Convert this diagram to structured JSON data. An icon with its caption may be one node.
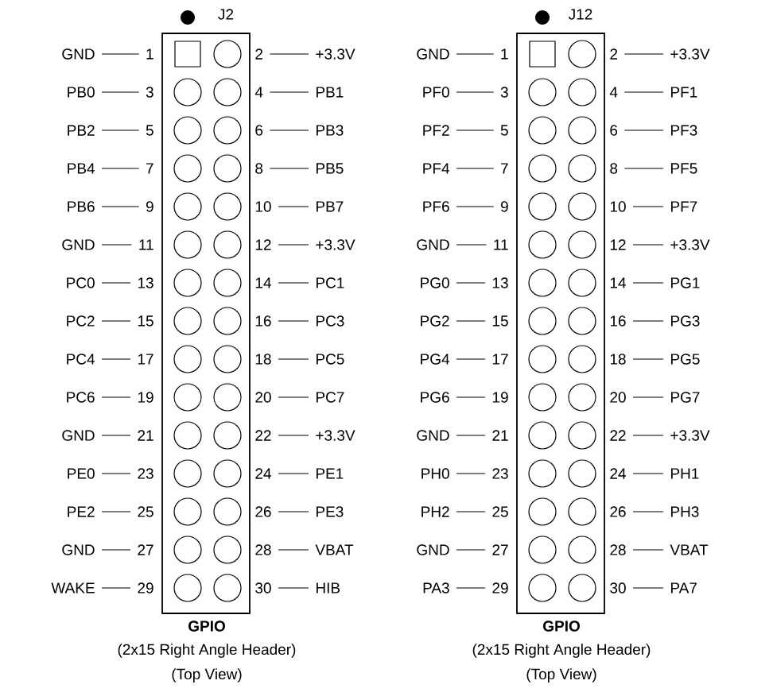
{
  "diagram": {
    "nodes": [
      {
        "text": [
          "J2",
          "GPIO"
        ],
        "beside": [
          "(2x15 Right Angle Header)",
          "(Top View)"
        ]
      },
      {
        "text": [
          "GND"
        ]
      },
      {
        "text": [
          "1"
        ]
      },
      {
        "text": [
          "2"
        ]
      },
      {
        "text": [
          "+3.3V"
        ]
      },
      {
        "text": [
          "PB0"
        ]
      },
      {
        "text": [
          "3"
        ]
      },
      {
        "text": [
          "4"
        ]
      },
      {
        "text": [
          "PB1"
        ]
      },
      {
        "text": [
          "PB2"
        ]
      },
      {
        "text": [
          "5"
        ]
      },
      {
        "text": [
          "6"
        ]
      },
      {
        "text": [
          "PB3"
        ]
      },
      {
        "text": [
          "PB4"
        ]
      },
      {
        "text": [
          "7"
        ]
      },
      {
        "text": [
          "8"
        ]
      },
      {
        "text": [
          "PB5"
        ]
      },
      {
        "text": [
          "PB6"
        ]
      },
      {
        "text": [
          "9"
        ]
      },
      {
        "text": [
          "10"
        ]
      },
      {
        "text": [
          "PB7"
        ]
      },
      {
        "text": [
          "GND"
        ]
      },
      {
        "text": [
          "11"
        ]
      },
      {
        "text": [
          "12"
        ]
      },
      {
        "text": [
          "+3.3V"
        ]
      },
      {
        "text": [
          "PC0"
        ]
      },
      {
        "text": [
          "13"
        ]
      },
      {
        "text": [
          "14"
        ]
      },
      {
        "text": [
          "PC1"
        ]
      },
      {
        "text": [
          "PC2"
        ]
      },
      {
        "text": [
          "15"
        ]
      },
      {
        "text": [
          "16"
        ]
      },
      {
        "text": [
          "PC3"
        ]
      },
      {
        "text": [
          "PC4"
        ]
      },
      {
        "text": [
          "17"
        ]
      },
      {
        "text": [
          "18"
        ]
      },
      {
        "text": [
          "PC5"
        ]
      },
      {
        "text": [
          "PC6"
        ]
      },
      {
        "text": [
          "19"
        ]
      },
      {
        "text": [
          "20"
        ]
      },
      {
        "text": [
          "PC7"
        ]
      },
      {
        "text": [
          "GND"
        ]
      },
      {
        "text": [
          "21"
        ]
      },
      {
        "text": [
          "22"
        ]
      },
      {
        "text": [
          "+3.3V"
        ]
      },
      {
        "text": [
          "PE0"
        ]
      },
      {
        "text": [
          "23"
        ]
      },
      {
        "text": [
          "24"
        ]
      },
      {
        "text": [
          "PE1"
        ]
      },
      {
        "text": [
          "PE2"
        ]
      },
      {
        "text": [
          "25"
        ]
      },
      {
        "text": [
          "26"
        ]
      },
      {
        "text": [
          "PE3"
        ]
      },
      {
        "text": [
          "GND"
        ]
      },
      {
        "text": [
          "27"
        ]
      },
      {
        "text": [
          "28"
        ]
      },
      {
        "text": [
          "VBAT"
        ]
      },
      {
        "text": [
          "WAKE"
        ]
      },
      {
        "text": [
          "29"
        ]
      },
      {
        "text": [
          "30"
        ]
      },
      {
        "text": [
          "HIB"
        ]
      },
      {
        "text": [
          "J12",
          "GPIO"
        ],
        "beside": [
          "(2x15 Right Angle Header)",
          "(Top View)"
        ]
      },
      {
        "text": [
          "GND"
        ]
      },
      {
        "text": [
          "1"
        ]
      },
      {
        "text": [
          "2"
        ]
      },
      {
        "text": [
          "+3.3V"
        ]
      },
      {
        "text": [
          "PF0"
        ]
      },
      {
        "text": [
          "3"
        ]
      },
      {
        "text": [
          "4"
        ]
      },
      {
        "text": [
          "PF1"
        ]
      },
      {
        "text": [
          "PF2"
        ]
      },
      {
        "text": [
          "5"
        ]
      },
      {
        "text": [
          "6"
        ]
      },
      {
        "text": [
          "PF3"
        ]
      },
      {
        "text": [
          "PF4"
        ]
      },
      {
        "text": [
          "7"
        ]
      },
      {
        "text": [
          "8"
        ]
      },
      {
        "text": [
          "PF5"
        ]
      },
      {
        "text": [
          "PF6"
        ]
      },
      {
        "text": [
          "9"
        ]
      },
      {
        "text": [
          "10"
        ]
      },
      {
        "text": [
          "PF7"
        ]
      },
      {
        "text": [
          "GND"
        ]
      },
      {
        "text": [
          "11"
        ]
      },
      {
        "text": [
          "12"
        ]
      },
      {
        "text": [
          "+3.3V"
        ]
      },
      {
        "text": [
          "PG0"
        ]
      },
      {
        "text": [
          "13"
        ]
      },
      {
        "text": [
          "14"
        ]
      },
      {
        "text": [
          "PG1"
        ]
      },
      {
        "text": [
          "PG2"
        ]
      },
      {
        "text": [
          "15"
        ]
      },
      {
        "text": [
          "16"
        ]
      },
      {
        "text": [
          "PG3"
        ]
      },
      {
        "text": [
          "PG4"
        ]
      },
      {
        "text": [
          "17"
        ]
      },
      {
        "text": [
          "18"
        ]
      },
      {
        "text": [
          "PG5"
        ]
      },
      {
        "text": [
          "PG6"
        ]
      },
      {
        "text": [
          "19"
        ]
      },
      {
        "text": [
          "20"
        ]
      },
      {
        "text": [
          "PG7"
        ]
      },
      {
        "text": [
          "GND"
        ]
      },
      {
        "text": [
          "21"
        ]
      },
      {
        "text": [
          "22"
        ]
      },
      {
        "text": [
          "+3.3V"
        ]
      },
      {
        "text": [
          "PH0"
        ]
      },
      {
        "text": [
          "23"
        ]
      },
      {
        "text": [
          "24"
        ]
      },
      {
        "text": [
          "PH1"
        ]
      },
      {
        "text": [
          "PH2"
        ]
      },
      {
        "text": [
          "25"
        ]
      },
      {
        "text": [
          "26"
        ]
      },
      {
        "text": [
          "PH3"
        ]
      },
      {
        "text": [
          "GND"
        ]
      },
      {
        "text": [
          "27"
        ]
      },
      {
        "text": [
          "28"
        ]
      },
      {
        "text": [
          "VBAT"
        ]
      },
      {
        "text": [
          "PA3"
        ]
      },
      {
        "text": [
          "29"
        ]
      },
      {
        "text": [
          "30"
        ]
      },
      {
        "text": [
          "PA7"
        ]
      }
    ],
    "edges": [
      {
        "from": 1,
        "to": 2,
        "arrow": "none"
      },
      {
        "from": 3,
        "to": 4,
        "arrow": "none"
      },
      {
        "from": 5,
        "to": 6,
        "arrow": "none"
      },
      {
        "from": 7,
        "to": 8,
        "arrow": "none"
      },
      {
        "from": 9,
        "to": 10,
        "arrow": "none"
      },
      {
        "from": 11,
        "to": 12,
        "arrow": "none"
      },
      {
        "from": 13,
        "to": 14,
        "arrow": "none"
      },
      {
        "from": 15,
        "to": 16,
        "arrow": "none"
      },
      {
        "from": 17,
        "to": 18,
        "arrow": "none"
      },
      {
        "from": 19,
        "to": 20,
        "arrow": "none"
      },
      {
        "from": 21,
        "to": 22,
        "arrow": "none"
      },
      {
        "from": 23,
        "to": 24,
        "arrow": "none"
      },
      {
        "from": 25,
        "to": 26,
        "arrow": "none"
      },
      {
        "from": 27,
        "to": 28,
        "arrow": "none"
      },
      {
        "from": 29,
        "to": 30,
        "arrow": "none"
      },
      {
        "from": 31,
        "to": 32,
        "arrow": "none"
      },
      {
        "from": 33,
        "to": 34,
        "arrow": "none"
      },
      {
        "from": 35,
        "to": 36,
        "arrow": "none"
      },
      {
        "from": 37,
        "to": 38,
        "arrow": "none"
      },
      {
        "from": 39,
        "to": 40,
        "arrow": "none"
      },
      {
        "from": 41,
        "to": 42,
        "arrow": "none"
      },
      {
        "from": 43,
        "to": 44,
        "arrow": "none"
      },
      {
        "from": 45,
        "to": 46,
        "arrow": "none"
      },
      {
        "from": 47,
        "to": 48,
        "arrow": "none"
      },
      {
        "from": 49,
        "to": 50,
        "arrow": "none"
      },
      {
        "from": 51,
        "to": 52,
        "arrow": "none"
      },
      {
        "from": 53,
        "to": 54,
        "arrow": "none"
      },
      {
        "from": 55,
        "to": 56,
        "arrow": "none"
      },
      {
        "from": 57,
        "to": 58,
        "arrow": "none"
      },
      {
        "from": 59,
        "to": 60,
        "arrow": "none"
      },
      {
        "from": 62,
        "to": 63,
        "arrow": "none"
      },
      {
        "from": 64,
        "to": 65,
        "arrow": "none"
      },
      {
        "from": 66,
        "to": 67,
        "arrow": "none"
      },
      {
        "from": 68,
        "to": 69,
        "arrow": "none"
      },
      {
        "from": 70,
        "to": 71,
        "arrow": "none"
      },
      {
        "from": 72,
        "to": 73,
        "arrow": "none"
      },
      {
        "from": 74,
        "to": 75,
        "arrow": "none"
      },
      {
        "from": 76,
        "to": 77,
        "arrow": "none"
      },
      {
        "from": 78,
        "to": 79,
        "arrow": "none"
      },
      {
        "from": 80,
        "to": 81,
        "arrow": "none"
      },
      {
        "from": 82,
        "to": 83,
        "arrow": "none"
      },
      {
        "from": 84,
        "to": 85,
        "arrow": "none"
      },
      {
        "from": 86,
        "to": 87,
        "arrow": "none"
      },
      {
        "from": 88,
        "to": 89,
        "arrow": "none"
      },
      {
        "from": 90,
        "to": 91,
        "arrow": "none"
      },
      {
        "from": 92,
        "to": 93,
        "arrow": "none"
      },
      {
        "from": 94,
        "to": 95,
        "arrow": "none"
      },
      {
        "from": 96,
        "to": 97,
        "arrow": "none"
      },
      {
        "from": 98,
        "to": 99,
        "arrow": "none"
      },
      {
        "from": 100,
        "to": 101,
        "arrow": "none"
      },
      {
        "from": 102,
        "to": 103,
        "arrow": "none"
      },
      {
        "from": 104,
        "to": 105,
        "arrow": "none"
      },
      {
        "from": 106,
        "to": 107,
        "arrow": "none"
      },
      {
        "from": 108,
        "to": 109,
        "arrow": "none"
      },
      {
        "from": 110,
        "to": 111,
        "arrow": "none"
      },
      {
        "from": 112,
        "to": 113,
        "arrow": "none"
      },
      {
        "from": 114,
        "to": 115,
        "arrow": "none"
      },
      {
        "from": 116,
        "to": 117,
        "arrow": "none"
      },
      {
        "from": 118,
        "to": 119,
        "arrow": "none"
      },
      {
        "from": 120,
        "to": 121,
        "arrow": "none"
      }
    ]
  }
}
